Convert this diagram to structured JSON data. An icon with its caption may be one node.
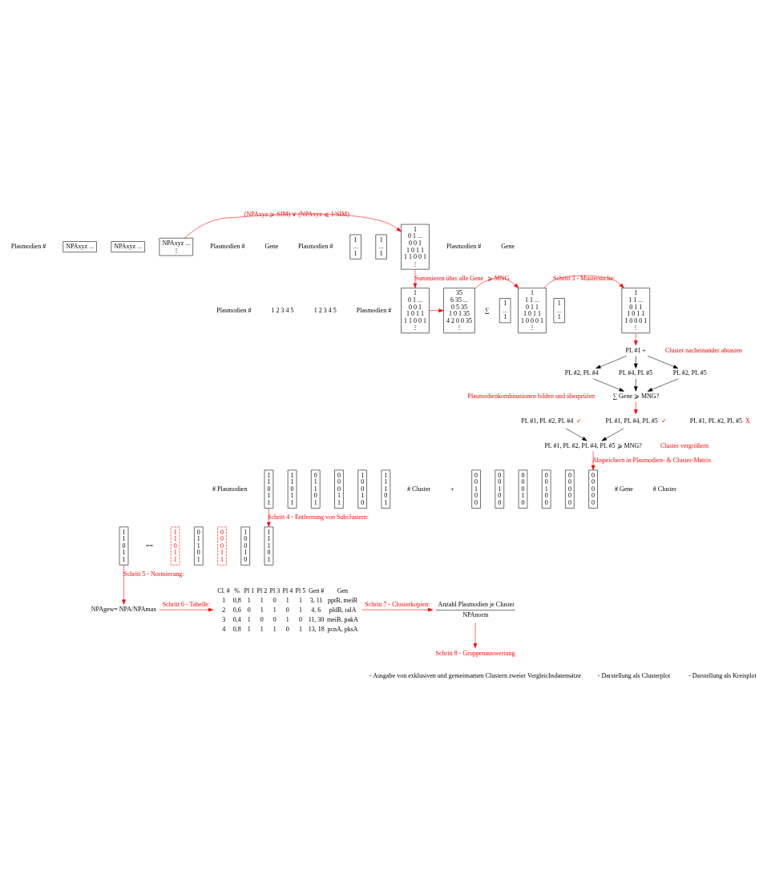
{
  "diagram": {
    "nodes": [
      {
        "text": [
          "NPAxyz ..."
        ]
      },
      {
        "text": [
          "NPAxyz ..."
        ]
      },
      {
        "text": [
          "NPAxyz ...",
          "⋮"
        ]
      },
      {
        "text": [
          "1",
          "...",
          "1"
        ]
      },
      {
        "text": [
          "1",
          "...",
          "1"
        ]
      },
      {
        "text": [
          "1",
          "0 1 ...",
          "0 0 1",
          "1 0 1 1",
          "1 1 0 0 1",
          "⋮"
        ]
      },
      {
        "text": [
          "1",
          "...",
          "1"
        ]
      },
      {
        "text": [
          "1",
          "...",
          "1"
        ]
      },
      {
        "text": [
          "1",
          "0 1 ...",
          "0 0 1",
          "1 0 1 1",
          "1 1 0 0 1",
          "⋮"
        ]
      },
      {
        "text": [
          "35",
          "6 35 ...",
          "0 5 35",
          "1 0 1 35",
          "4 2 0 0 35",
          "⋮"
        ]
      },
      {
        "text": [
          "1",
          "1 1 ...",
          "0 1 1",
          "1 0 1 1",
          "1 0 0 0 1",
          "⋮"
        ]
      },
      {
        "text": [
          "1",
          "1 1 ...",
          "0 1 1",
          "1 0 1 1",
          "1 0 0 0 1",
          "⋮"
        ]
      },
      {
        "text": [
          "PL #1 +"
        ]
      },
      {
        "text": [
          "PL #2, PL #4"
        ]
      },
      {
        "text": [
          "PL #4, PL #5"
        ]
      },
      {
        "text": [
          "PL #2, PL #5"
        ]
      },
      {
        "text": [
          "∑ Gene ⩾ MNG?"
        ]
      },
      {
        "text": [
          "PL #1, PL #2, PL #4"
        ],
        "beside": [
          "✓"
        ]
      },
      {
        "text": [
          "PL #1, PL #4, PL #5"
        ],
        "beside": [
          "✓"
        ]
      },
      {
        "text": [
          "PL #1, PL #2, PL #5"
        ],
        "beside": [
          "X"
        ]
      },
      {
        "text": [
          "PL #1, PL #2, PL #4, PL #5 ⩾ MNG?"
        ]
      },
      {
        "text": [
          "1",
          "1",
          "0",
          "1",
          "1"
        ]
      },
      {
        "text": [
          "1",
          "1",
          "0",
          "1",
          "1"
        ]
      },
      {
        "text": [
          "0",
          "1",
          "1",
          "0",
          "1"
        ]
      },
      {
        "text": [
          "0",
          "0",
          "0",
          "1",
          "1"
        ]
      },
      {
        "text": [
          "1",
          "0",
          "0",
          "1",
          "0"
        ]
      },
      {
        "text": [
          "1",
          "1",
          "1",
          "0",
          "1"
        ]
      },
      {
        "text": [
          "0",
          "0",
          "1",
          "0",
          "0"
        ]
      },
      {
        "text": [
          "0",
          "0",
          "1",
          "0",
          "0"
        ]
      },
      {
        "text": [
          "0",
          "0",
          "0",
          "1",
          "0"
        ]
      },
      {
        "text": [
          "0",
          "0",
          "1",
          "0",
          "0"
        ]
      },
      {
        "text": [
          "0",
          "0",
          "0",
          "0",
          "0"
        ]
      },
      {
        "text": [
          "0",
          "0",
          "0",
          "0",
          "0"
        ]
      },
      {
        "text": [
          "1",
          "1",
          "0",
          "1",
          "1"
        ]
      },
      {
        "text": [
          "1",
          "1",
          "0",
          "1",
          "1"
        ]
      },
      {
        "text": [
          "0",
          "1",
          "1",
          "0",
          "1"
        ]
      },
      {
        "text": [
          "0",
          "0",
          "0",
          "1",
          "1"
        ]
      },
      {
        "text": [
          "1",
          "0",
          "0",
          "1",
          "0"
        ]
      },
      {
        "text": [
          "1",
          "1",
          "1",
          "0",
          "1"
        ]
      },
      {
        "text": [
          "NPAgew= NPA/NPAmax"
        ]
      },
      {
        "text": [
          "Cl. #",
          "%",
          "Pl 1",
          "Pl 2",
          "Pl 3",
          "Pl 4",
          "Pl 5",
          "Gen #",
          "Gen",
          "1",
          "0,8",
          "1",
          "1",
          "0",
          "1",
          "1",
          "3, 11",
          "pptB, meiB",
          "2",
          "0,6",
          "0",
          "1",
          "1",
          "0",
          "1",
          "4, 6",
          "pldB, ralA",
          "3",
          "0,4",
          "1",
          "0",
          "0",
          "1",
          "0",
          "11, 30",
          "meiB, pakA",
          "4",
          "0,8",
          "1",
          "1",
          "1",
          "0",
          "1",
          "13, 18",
          "pcnA, pksA"
        ]
      },
      {
        "text": [
          "Anzahl Plasmodien je Cluster",
          "NPAnorm"
        ]
      },
      {
        "text": [
          "Schritt 8 - Gruppenauswertung"
        ]
      }
    ],
    "edges": [
      {
        "from": 2,
        "to": 5,
        "arrow": "to",
        "label": "(NPAxyz ⩾ SIM) ∨ (NPAxyz ⩽ 1/SIM)"
      },
      {
        "from": 5,
        "to": 8,
        "arrow": "to",
        "label": "Summieren über alle Gene"
      },
      {
        "from": 8,
        "to": 9,
        "arrow": "to"
      },
      {
        "from": 9,
        "to": 10,
        "arrow": "to",
        "label": "⩾ MNG"
      },
      {
        "from": 10,
        "to": 11,
        "arrow": "to",
        "label": "Schritt 3 - Mustersuche:"
      },
      {
        "from": 11,
        "to": 12,
        "arrow": "to"
      },
      {
        "from": 12,
        "to": 13,
        "arrow": "to",
        "color": "#000000"
      },
      {
        "from": 12,
        "to": 14,
        "arrow": "to",
        "color": "#000000"
      },
      {
        "from": 12,
        "to": 15,
        "arrow": "to",
        "color": "#000000"
      },
      {
        "from": 13,
        "to": 16,
        "arrow": "to",
        "color": "#000000"
      },
      {
        "from": 14,
        "to": 16,
        "arrow": "to",
        "color": "#000000"
      },
      {
        "from": 15,
        "to": 16,
        "arrow": "to",
        "color": "#000000"
      },
      {
        "from": 16,
        "to": 18,
        "arrow": "to"
      },
      {
        "from": 17,
        "to": 20,
        "arrow": "to",
        "color": "#000000"
      },
      {
        "from": 18,
        "to": 20,
        "arrow": "to",
        "color": "#000000"
      },
      {
        "from": 20,
        "to": 32,
        "arrow": "to",
        "label": "Abspeichern in Plasmodien- & Cluster-Matrix"
      },
      {
        "from": 21,
        "to": 38,
        "arrow": "to",
        "label": "Schritt 4 - Entfernung von Subclustern:"
      },
      {
        "from": 33,
        "to": 39,
        "arrow": "to",
        "label": "Schritt 5 - Normierung:"
      },
      {
        "from": 39,
        "to": 40,
        "arrow": "to",
        "label": "Schritt 6 - Tabelle:"
      },
      {
        "from": 40,
        "to": 41,
        "arrow": "to",
        "label": "Schritt 7 - Clusterkopien:"
      },
      {
        "from": 41,
        "to": 42,
        "arrow": "to"
      }
    ],
    "labels": [
      "Plasmodien #",
      "Plasmodien #",
      "Gene",
      "Plasmodien #",
      "Plasmodien #",
      "Gene",
      "Plasmodien #",
      "1 2 3 4 5",
      "1 2 3 4 5",
      "Plasmodien #",
      "∑",
      "Cluster nacheinander abtasten",
      "Plasmodienkombinationen bilden und überprüfen",
      "Cluster vergrößern",
      "# Plasmodien",
      "# Cluster",
      "+",
      "# Gene",
      "# Cluster",
      "==",
      "- Ausgabe von exklusiven und gemeinsamen Clustern zweier Vergleichsdatensätze",
      "- Darstellung als Clusterplot",
      "- Darstellung als Kreisplot"
    ]
  }
}
